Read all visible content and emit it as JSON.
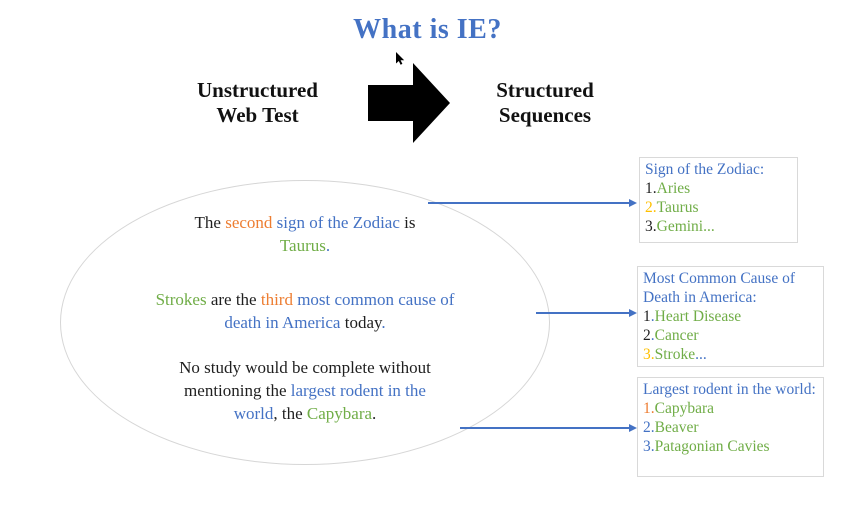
{
  "title": "What is IE?",
  "colors": {
    "blue": "#4472C4",
    "orange": "#ED7D31",
    "gold": "#FFC000",
    "green": "#70AD47",
    "black": "#1f1f1f"
  },
  "icons": {
    "flow_arrow": "right-block-arrow",
    "cursor": "mouse-pointer"
  },
  "flow": {
    "left_label": "Unstructured\nWeb Test",
    "right_label": "Structured\nSequences"
  },
  "ellipse": {
    "paragraphs": [
      {
        "segments": [
          {
            "text": "The ",
            "color": "black"
          },
          {
            "text": "second",
            "color": "orange"
          },
          {
            "text": " sign of the Zodiac",
            "color": "blue"
          },
          {
            "text": " is\n",
            "color": "black"
          },
          {
            "text": "Taurus",
            "color": "green"
          },
          {
            "text": ".",
            "color": "blue"
          }
        ]
      },
      {
        "segments": [
          {
            "text": "Strokes",
            "color": "green"
          },
          {
            "text": " are the ",
            "color": "black"
          },
          {
            "text": "third",
            "color": "orange"
          },
          {
            "text": " most common cause of\ndeath in America",
            "color": "blue"
          },
          {
            "text": " today",
            "color": "black"
          },
          {
            "text": ".",
            "color": "blue"
          }
        ]
      },
      {
        "segments": [
          {
            "text": "No study would be complete without\nmentioning the ",
            "color": "black"
          },
          {
            "text": "largest rodent in the\nworld",
            "color": "blue"
          },
          {
            "text": ", the ",
            "color": "black"
          },
          {
            "text": "Capybara",
            "color": "green"
          },
          {
            "text": ".",
            "color": "black"
          }
        ]
      }
    ]
  },
  "boxes": [
    {
      "title": "Sign of the Zodiac:",
      "items": [
        {
          "segments": [
            {
              "text": "1.",
              "color": "black"
            },
            {
              "text": "Aries",
              "color": "green"
            }
          ]
        },
        {
          "segments": [
            {
              "text": "2.",
              "color": "gold"
            },
            {
              "text": "Taurus",
              "color": "green"
            }
          ]
        },
        {
          "segments": [
            {
              "text": "3.",
              "color": "black"
            },
            {
              "text": "Gemini...",
              "color": "green"
            }
          ]
        }
      ]
    },
    {
      "title": "Most Common Cause of Death in America:",
      "items": [
        {
          "segments": [
            {
              "text": "1",
              "color": "black"
            },
            {
              "text": ".",
              "color": "blue"
            },
            {
              "text": "Heart Disease",
              "color": "green"
            }
          ]
        },
        {
          "segments": [
            {
              "text": "2",
              "color": "black"
            },
            {
              "text": ".",
              "color": "blue"
            },
            {
              "text": "Cancer",
              "color": "green"
            }
          ]
        },
        {
          "segments": [
            {
              "text": "3.",
              "color": "gold"
            },
            {
              "text": "Stroke",
              "color": "green"
            },
            {
              "text": "...",
              "color": "blue"
            }
          ]
        }
      ]
    },
    {
      "title": "Largest rodent in the world:",
      "items": [
        {
          "segments": [
            {
              "text": "1.",
              "color": "orange"
            },
            {
              "text": "Capybara",
              "color": "green"
            }
          ]
        },
        {
          "segments": [
            {
              "text": "2.",
              "color": "blue"
            },
            {
              "text": "Beaver",
              "color": "green"
            }
          ]
        },
        {
          "segments": [
            {
              "text": "3.",
              "color": "blue"
            },
            {
              "text": "Patagonian Cavies",
              "color": "green"
            }
          ]
        }
      ]
    }
  ]
}
